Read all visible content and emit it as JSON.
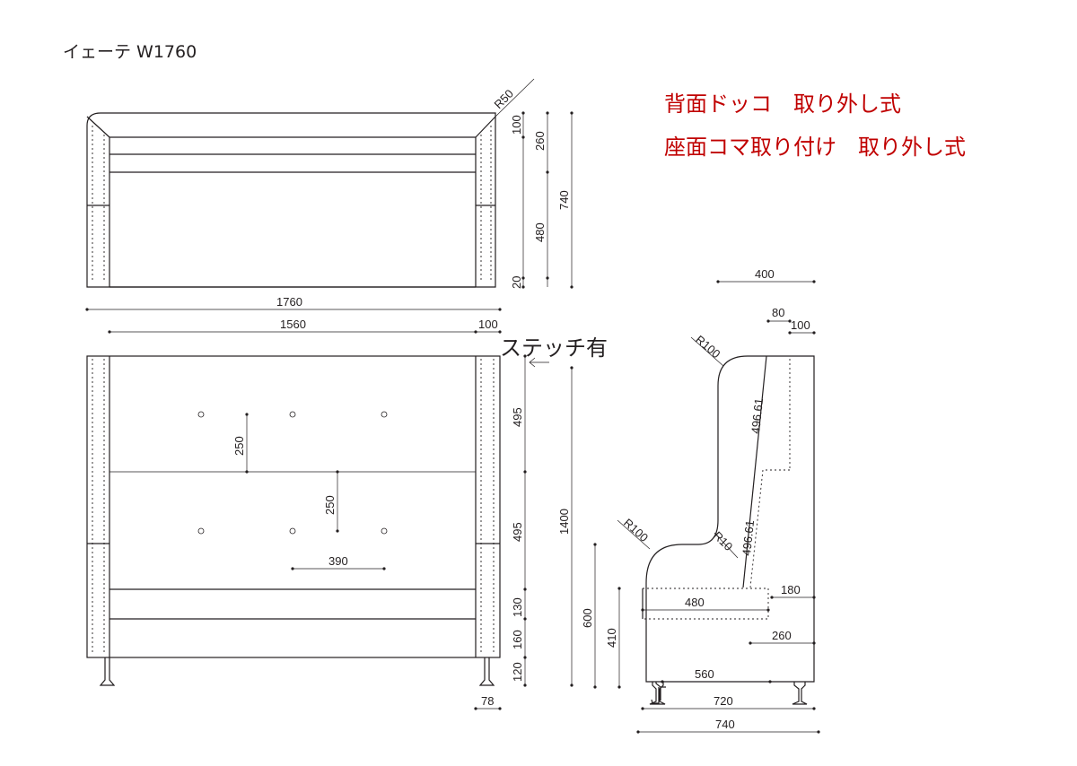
{
  "title": "イェーテ W1760",
  "notes": [
    "背面ドッコ　取り外し式",
    "座面コマ取り付け　取り外し式"
  ],
  "note_color": "#c00000",
  "stitch_label": "ステッチ有",
  "top_view": {
    "radius_label": "R50",
    "dims_v": [
      "100",
      "260",
      "480",
      "20",
      "740"
    ]
  },
  "front_view": {
    "width_total": "1760",
    "width_inner": "1560",
    "arm_width": "100",
    "dims_v": [
      "495",
      "495",
      "130",
      "160",
      "120"
    ],
    "height_total": "1400",
    "button_spacing_v1": "250",
    "button_spacing_v2": "250",
    "button_spacing_h": "390",
    "leg_label": "78"
  },
  "side_view": {
    "depth_top": "400",
    "dim_80": "80",
    "dim_100": "100",
    "r_top": "R100",
    "r_seat": "R100",
    "r_inner": "R10",
    "back_len_1": "496.61",
    "back_len_2": "496.61",
    "seat_depth": "480",
    "dim_180": "180",
    "dim_260": "260",
    "seat_height": "410",
    "arm_height": "600",
    "leg_span": "560",
    "depth_720": "720",
    "depth_740": "740"
  }
}
